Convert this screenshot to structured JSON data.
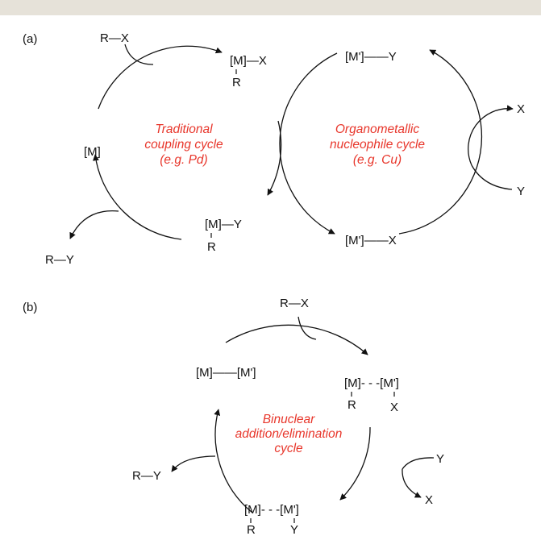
{
  "panel_a": {
    "label": "(a)",
    "left_cycle": {
      "name_lines": [
        "Traditional",
        "coupling cycle",
        "(e.g. Pd)"
      ],
      "catalyst": "[M]",
      "reagent": "R—X",
      "oa_intermediate": {
        "top": "[M]—X",
        "bottom": "R"
      },
      "tm_intermediate": {
        "top": "[M]—Y",
        "bottom": "R"
      },
      "product": "R—Y"
    },
    "right_cycle": {
      "name_lines": [
        "Organometallic",
        "nucleophile cycle",
        "(e.g. Cu)"
      ],
      "top_species": "[M']——Y",
      "bottom_species": "[M']——X",
      "released": "X",
      "added": "Y"
    }
  },
  "panel_b": {
    "label": "(b)",
    "name_lines": [
      "Binuclear",
      "addition/elimination",
      "cycle"
    ],
    "reagent": "R—X",
    "dimer": "[M]——[M']",
    "oa_intermediate": {
      "top": "[M]- - -[M']",
      "left_sub": "R",
      "right_sub": "X"
    },
    "tm_intermediate": {
      "top": "[M]- - -[M']",
      "left_sub": "R",
      "right_sub": "Y"
    },
    "added": "Y",
    "released": "X",
    "product": "R—Y"
  },
  "colors": {
    "cycle_name": "#e8362b",
    "text": "#111111",
    "top_bar": "#e6e2d9"
  }
}
